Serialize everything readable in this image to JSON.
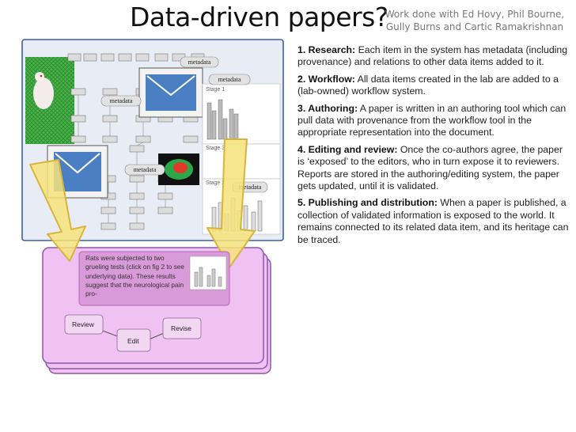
{
  "header": {
    "title": "Data-driven papers?",
    "credit": "Work done with Ed Hovy, Phil Bourne, Gully Burns and Cartic Ramakrishnan"
  },
  "steps": [
    {
      "head": "1. Research:",
      "body": "Each item in the system has metadata (including provenance) and relations to other data items added to it."
    },
    {
      "head": "2. Workflow:",
      "body": "All data items created in the lab are added to a (lab-owned) workflow system."
    },
    {
      "head": "3. Authoring:",
      "body": "A paper is written in an authoring tool which can pull data with provenance from the workflow tool in the appropriate representation into the document."
    },
    {
      "head": "4. Editing and review:",
      "body": "Once the co-authors agree, the paper is ‘exposed’ to the editors, who in turn expose it to reviewers. Reports are stored in the authoring/editing system, the paper gets updated, until it is validated."
    },
    {
      "head": "5. Publishing and distribution:",
      "body": "When a paper is published, a collection of validated information is exposed to the world. It remains connected to its related data item, and its heritage can be traced."
    }
  ],
  "diagram": {
    "metadata_tags": [
      "metadata",
      "metadata",
      "metadata",
      "metadata",
      "metadata"
    ],
    "stage_labels": [
      "Stage 1",
      "Stage 2",
      "Stage 3"
    ],
    "paper_text": "Rats were subjected to two grueling tests (click on fig 2 to see underlying data). These results suggest that the neurological pain pro-",
    "workflow": {
      "review": "Review",
      "edit": "Edit",
      "revise": "Revise"
    }
  },
  "colors": {
    "panel_border": "#3a5fb0",
    "panel_fill": "#e8edf5",
    "arrow_fill": "#f5e27a",
    "arrow_stroke": "#d9b43c",
    "doc_fill": "#efc2f3",
    "doc_border": "#8c56a8",
    "paper_fill": "#d89ad8",
    "envelope_fill": "#4a7fc4",
    "grass": "#3aa93a"
  }
}
